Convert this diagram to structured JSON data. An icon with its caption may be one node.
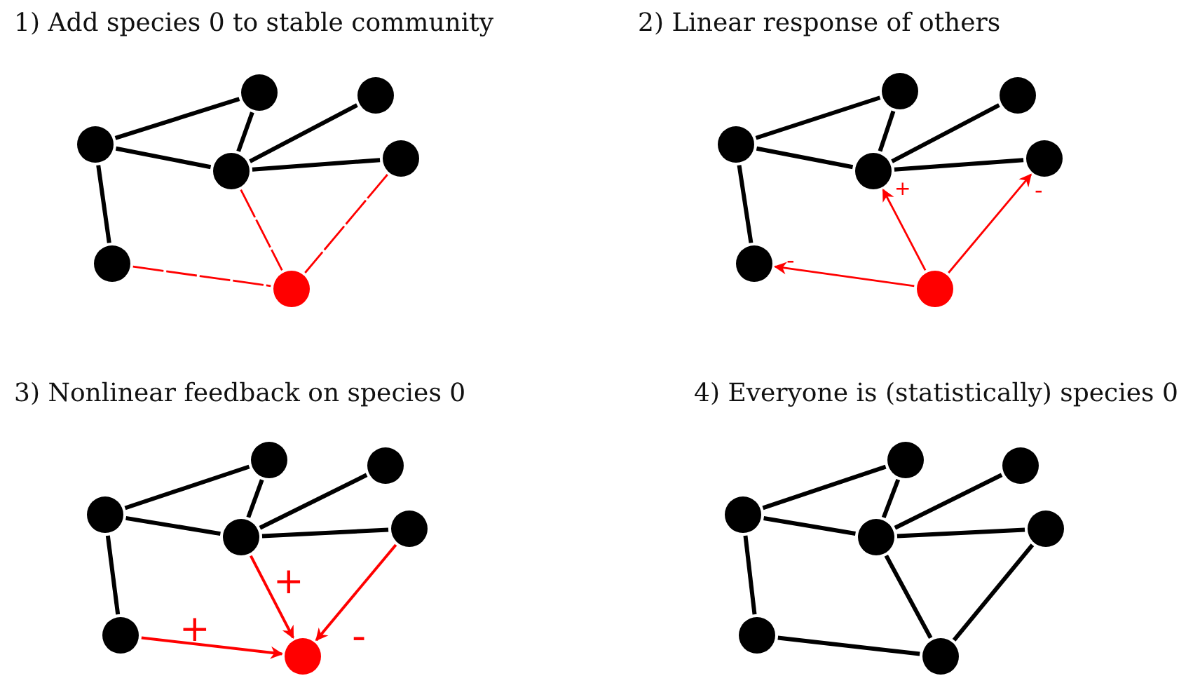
{
  "diagram": {
    "nodes": [
      {
        "text": [],
        "shape": "circle"
      },
      {
        "text": [],
        "shape": "circle"
      },
      {
        "text": [],
        "shape": "circle"
      },
      {
        "text": [],
        "shape": "circle"
      },
      {
        "text": [],
        "shape": "circle"
      },
      {
        "text": [],
        "shape": "circle"
      },
      {
        "text": [],
        "shape": "circle"
      },
      {
        "text": [],
        "shape": "circle"
      },
      {
        "text": [],
        "shape": "circle"
      },
      {
        "text": [],
        "shape": "circle"
      },
      {
        "text": [],
        "shape": "circle"
      },
      {
        "text": [],
        "shape": "circle"
      },
      {
        "text": [],
        "shape": "circle"
      },
      {
        "text": [],
        "shape": "circle"
      },
      {
        "text": [],
        "shape": "circle"
      },
      {
        "text": [],
        "shape": "circle"
      },
      {
        "text": [],
        "shape": "circle"
      },
      {
        "text": [],
        "shape": "circle"
      },
      {
        "text": [],
        "shape": "circle"
      },
      {
        "text": [],
        "shape": "circle"
      },
      {
        "text": [],
        "shape": "circle"
      },
      {
        "text": [],
        "shape": "circle"
      },
      {
        "text": [],
        "shape": "circle"
      },
      {
        "text": [],
        "shape": "circle"
      },
      {
        "text": [],
        "shape": "circle"
      },
      {
        "text": [],
        "shape": "circle"
      },
      {
        "text": [],
        "shape": "circle"
      },
      {
        "text": [],
        "shape": "circle"
      }
    ],
    "edges": [
      {
        "from": 0,
        "to": 1,
        "arrow": "none"
      },
      {
        "from": 0,
        "to": 3,
        "arrow": "none"
      },
      {
        "from": 3,
        "to": 1,
        "arrow": "none"
      },
      {
        "from": 3,
        "to": 2,
        "arrow": "none"
      },
      {
        "from": 3,
        "to": 4,
        "arrow": "none"
      },
      {
        "from": 0,
        "to": 5,
        "arrow": "none"
      },
      {
        "from": 3,
        "to": 6,
        "arrow": "none",
        "style": "dashed",
        "color": "#ff0000"
      },
      {
        "from": 4,
        "to": 6,
        "arrow": "none",
        "style": "dashed",
        "color": "#ff0000"
      },
      {
        "from": 5,
        "to": 6,
        "arrow": "none",
        "style": "dashed",
        "color": "#ff0000"
      },
      {
        "from": 7,
        "to": 8,
        "arrow": "none"
      },
      {
        "from": 7,
        "to": 10,
        "arrow": "none"
      },
      {
        "from": 10,
        "to": 8,
        "arrow": "none"
      },
      {
        "from": 10,
        "to": 9,
        "arrow": "none"
      },
      {
        "from": 10,
        "to": 11,
        "arrow": "none"
      },
      {
        "from": 7,
        "to": 12,
        "arrow": "none"
      },
      {
        "from": 13,
        "to": 10,
        "arrow": "to",
        "label": "+",
        "color": "#ff0000"
      },
      {
        "from": 13,
        "to": 11,
        "arrow": "to",
        "label": "-",
        "color": "#ff0000"
      },
      {
        "from": 13,
        "to": 12,
        "arrow": "to",
        "label": "-",
        "color": "#ff0000"
      },
      {
        "from": 14,
        "to": 15,
        "arrow": "none"
      },
      {
        "from": 14,
        "to": 17,
        "arrow": "none"
      },
      {
        "from": 17,
        "to": 15,
        "arrow": "none"
      },
      {
        "from": 17,
        "to": 16,
        "arrow": "none"
      },
      {
        "from": 17,
        "to": 18,
        "arrow": "none"
      },
      {
        "from": 14,
        "to": 19,
        "arrow": "none"
      },
      {
        "from": 17,
        "to": 20,
        "arrow": "to",
        "label": "+",
        "color": "#ff0000"
      },
      {
        "from": 18,
        "to": 20,
        "arrow": "to",
        "label": "-",
        "color": "#ff0000"
      },
      {
        "from": 19,
        "to": 20,
        "arrow": "to",
        "label": "+",
        "color": "#ff0000"
      },
      {
        "from": 21,
        "to": 22,
        "arrow": "none"
      },
      {
        "from": 21,
        "to": 24,
        "arrow": "none"
      },
      {
        "from": 24,
        "to": 22,
        "arrow": "none"
      },
      {
        "from": 24,
        "to": 23,
        "arrow": "none"
      },
      {
        "from": 24,
        "to": 25,
        "arrow": "none"
      },
      {
        "from": 21,
        "to": 26,
        "arrow": "none"
      },
      {
        "from": 24,
        "to": 27,
        "arrow": "none"
      },
      {
        "from": 25,
        "to": 27,
        "arrow": "none"
      },
      {
        "from": 26,
        "to": 27,
        "arrow": "none"
      }
    ],
    "labels": [
      "1) Add species 0 to stable community",
      "2) Linear response of others",
      "3) Nonlinear feedback on species 0",
      "4) Everyone is (statistically) species 0"
    ]
  }
}
